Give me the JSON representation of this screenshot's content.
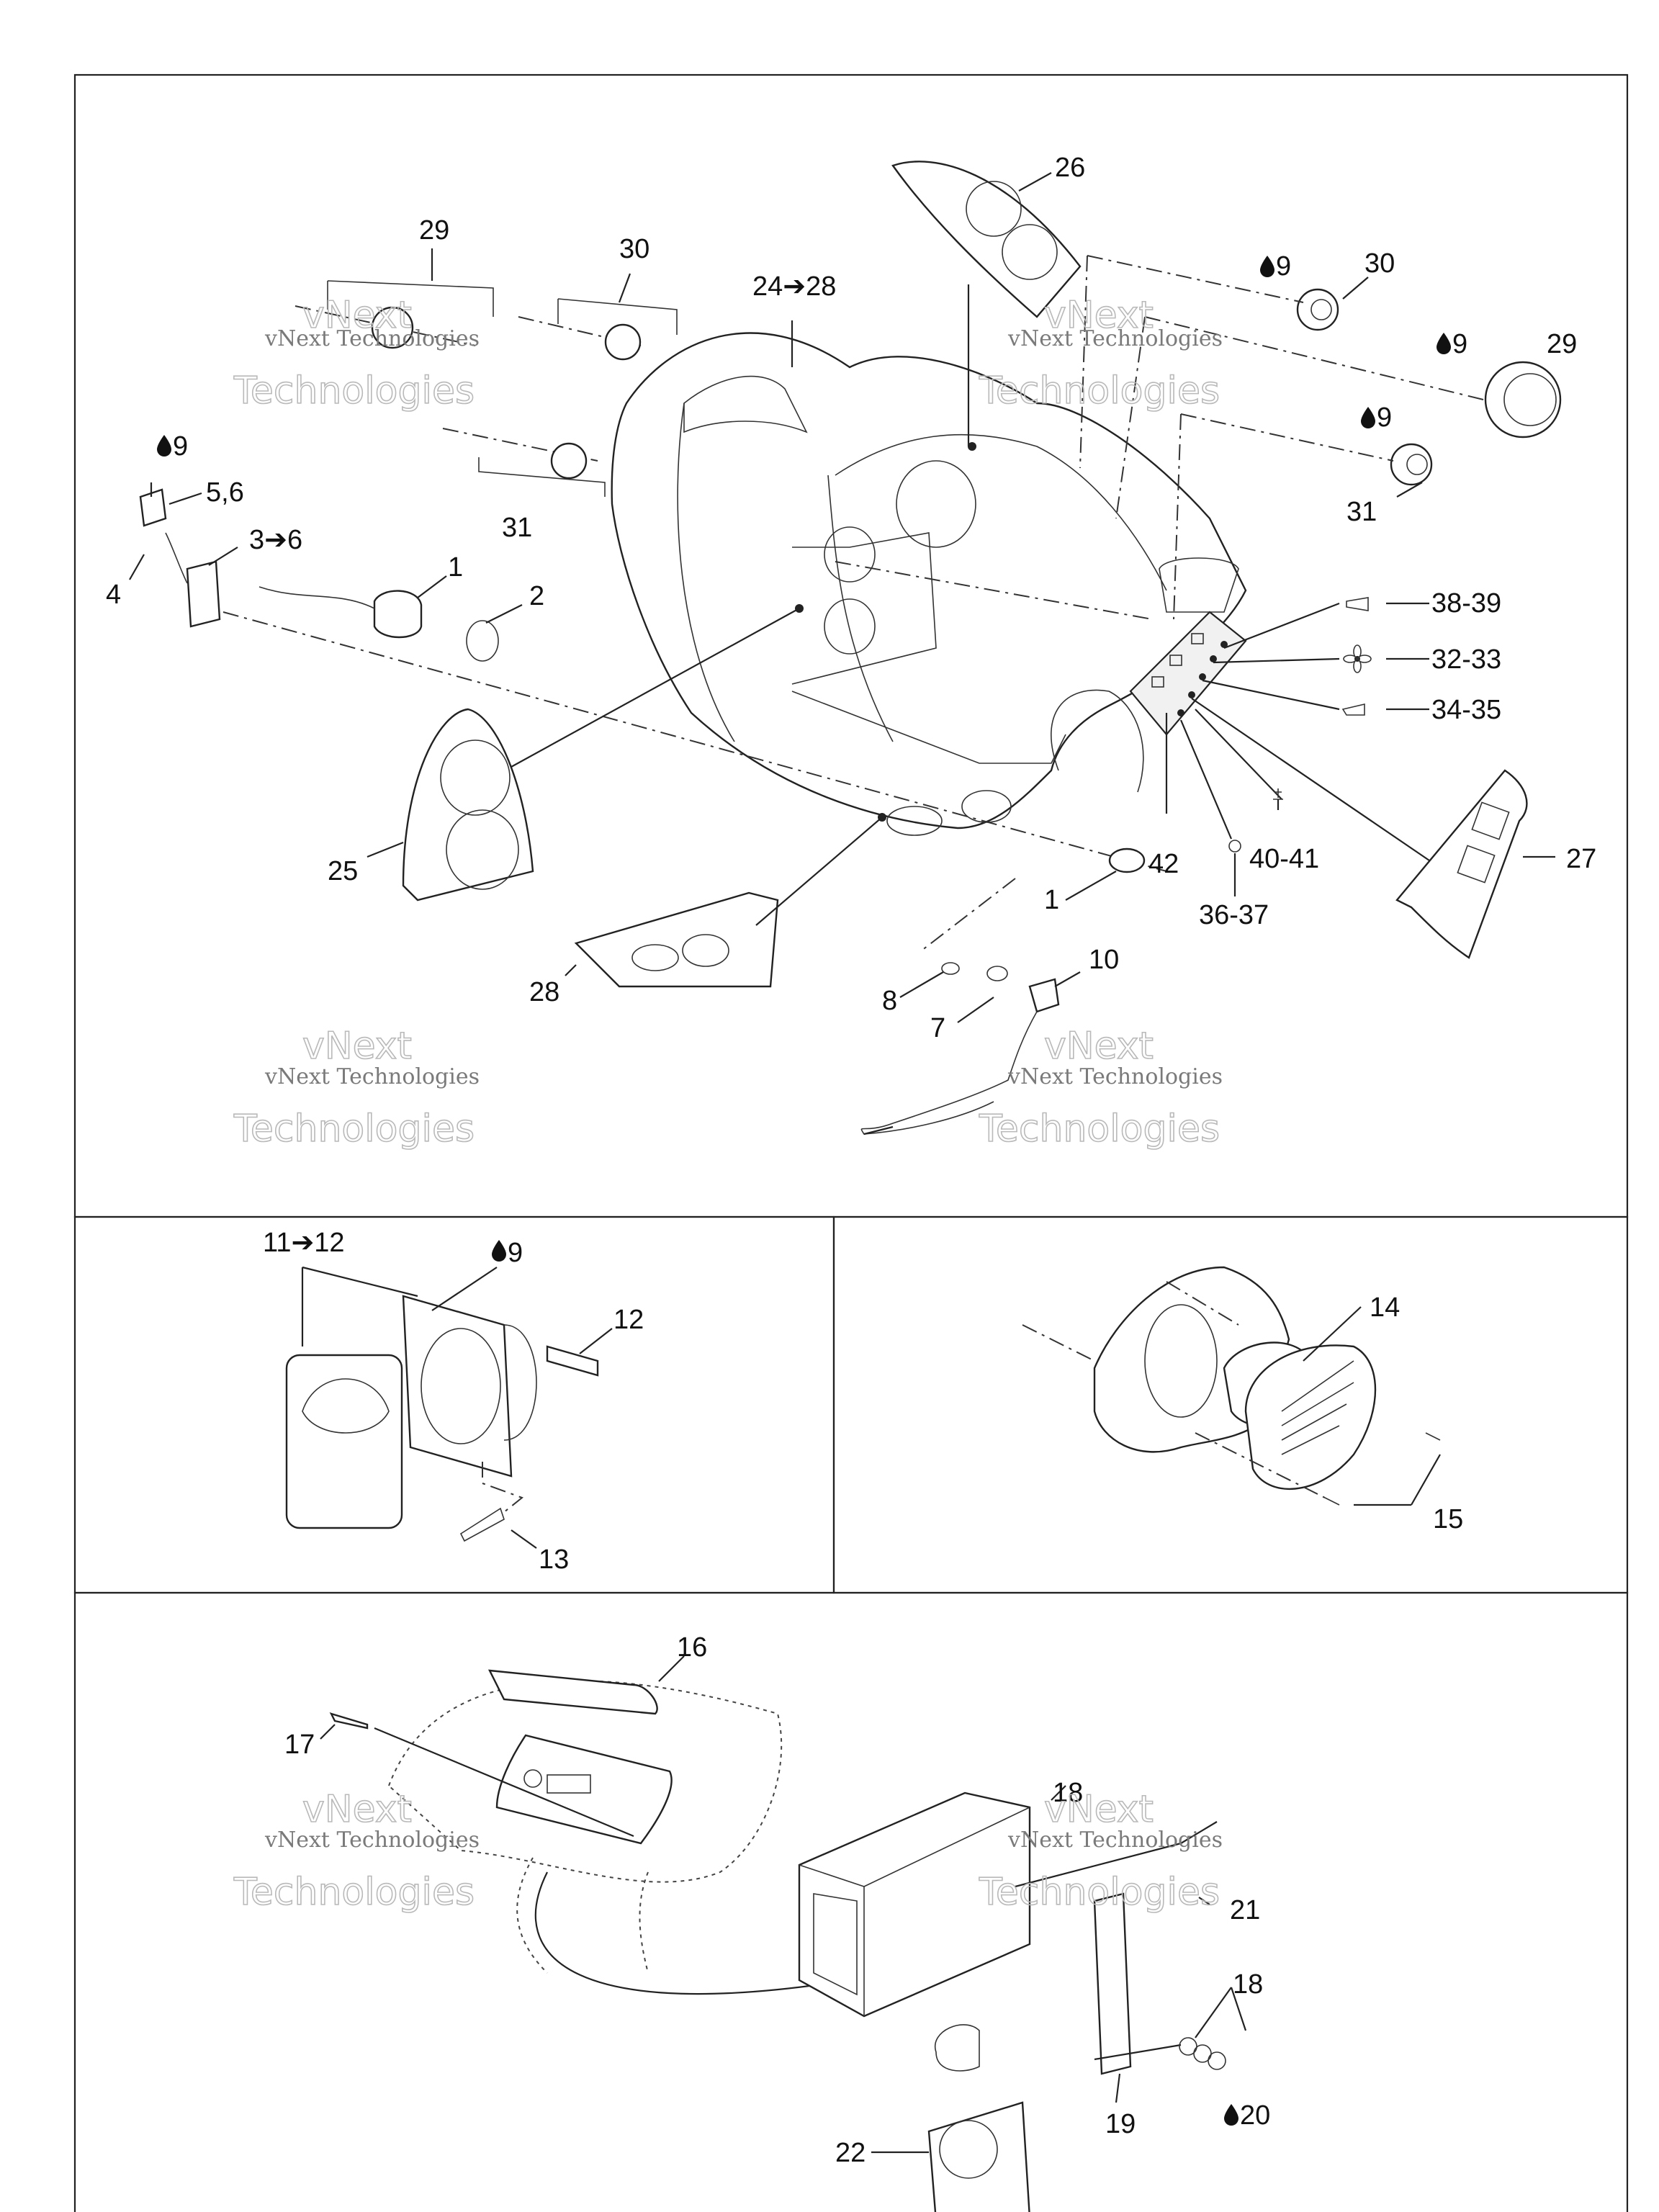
{
  "callouts": {
    "c26": "26",
    "c29": "29",
    "c30": "30",
    "c24_28": "24➔28",
    "c30r": "30",
    "c29r": "29",
    "c9a": "9",
    "c9b": "9",
    "c9c": "9",
    "c9d": "9",
    "c31r": "31",
    "c31": "31",
    "c5_6": "5,6",
    "c3_6": "3➔6",
    "c4": "4",
    "c1a": "1",
    "c2": "2",
    "c25": "25",
    "c1b": "1",
    "c42": "42",
    "c40_41": "40-41",
    "c36_37": "36-37",
    "c27": "27",
    "c38_39": "38-39",
    "c32_33": "32-33",
    "c34_35": "34-35",
    "c28": "28",
    "c8": "8",
    "c7": "7",
    "c10": "10",
    "c11_12": "11➔12",
    "c9e": "9",
    "c12": "12",
    "c13": "13",
    "c14": "14",
    "c15": "15",
    "c16": "16",
    "c17": "17",
    "c18a": "18",
    "c21": "21",
    "c18b": "18",
    "c19": "19",
    "c20": "20",
    "c22": "22"
  },
  "watermark": {
    "line1": "vNext",
    "line2": "vNext Technologies",
    "line3": "Technologies"
  },
  "icons": {
    "drop": "oil-drop-icon",
    "horn": "horn-switch-icon",
    "fan": "fan-switch-icon",
    "pump": "bilge-pump-switch-icon",
    "nav": "navigation-light-icon",
    "anchor": "anchor-light-icon"
  }
}
